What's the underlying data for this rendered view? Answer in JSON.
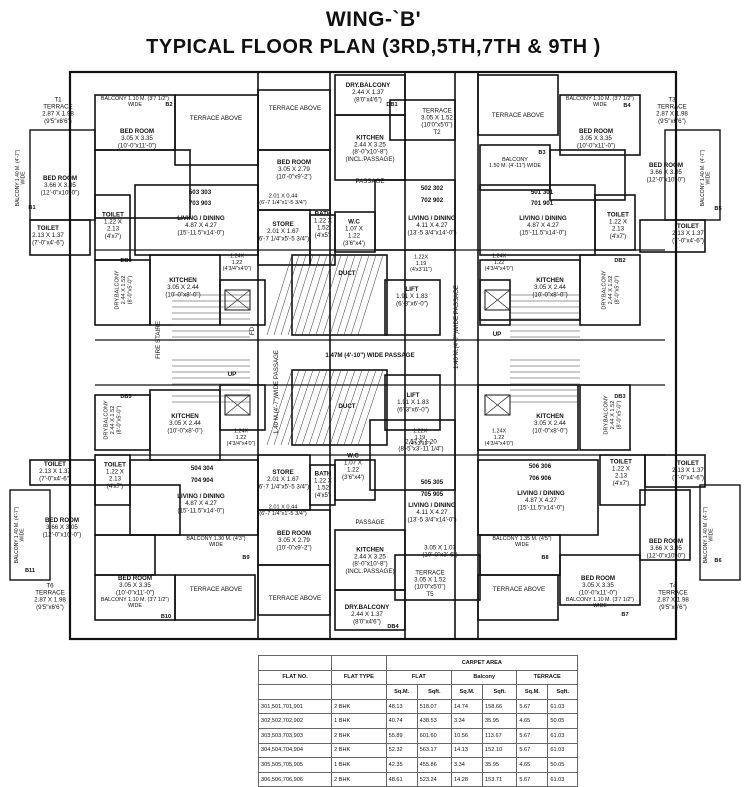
{
  "titles": {
    "wing": "WING-`B'",
    "plan": "TYPICAL FLOOR PLAN (3RD,5TH,7TH & 9TH )"
  },
  "labels": {
    "terrace_above": "TERRACE ABOVE",
    "terrace_t1": [
      "T1",
      "TERRACE",
      "2.87 X 1.98",
      "(9'5\"x6'6\")"
    ],
    "terrace_t3": [
      "T3",
      "TERRACE",
      "2.87 X 1.98",
      "(9'5\"x6'6\")"
    ],
    "terrace_t6": [
      "T6",
      "TERRACE",
      "2.87 X 1.98",
      "(9'5\"x6'6\")"
    ],
    "terrace_t4": [
      "T4",
      "TERRACE",
      "2.87 X 1.98",
      "(9'5\"x6'6\")"
    ],
    "terrace_t2": [
      "TERRACE",
      "3.05 X 1.52",
      "(10'0\"x5'0\")",
      "T2"
    ],
    "terrace_t5": [
      "TERRACE",
      "3.05 X 1.52",
      "(10'0\"x5'0\")",
      "T5"
    ],
    "balc_110": [
      "BALCONY 1.10 M. (3'7 1/2\")",
      "WIDE"
    ],
    "balc_140v": [
      "BALCONY 1.40 M. (4'-7\")",
      "WIDE"
    ],
    "balc_150": [
      "BALCONY",
      "1.50 M. (4'-11\") WIDE"
    ],
    "balc_130": [
      "BALCONY 1.30 M. (4'3\")",
      "WIDE"
    ],
    "balc_135": [
      "BALCONY 1.35 M. (4'5\")",
      "WIDE"
    ],
    "bed_305": [
      "BED ROOM",
      "3.05 X 3.35",
      "(10'-0\"x11'-0\")"
    ],
    "bed_366": [
      "BED ROOM",
      "3.66 X 3.05",
      "(12'-0\"x10'-0\")"
    ],
    "bed_279": [
      "BED ROOM",
      "3.05 X 2.79",
      "(10'-0\"x9'-2\")"
    ],
    "toilet_213": [
      "TOILET",
      "2.13 X 1.37",
      "(7'-0\"x4'-6\")"
    ],
    "toilet_122": [
      "TOILET",
      "1.22 X",
      "2.13",
      "(4'x7')"
    ],
    "living_487": [
      "LIVING / DINING",
      "4.87 X 4.27",
      "(15'-11.5\"x14'-0\")"
    ],
    "living_411": [
      "LIVING / DINING",
      "4.11 X 4.27",
      "(13'-5 3/4\"x14'-0\")"
    ],
    "kitchen_244": [
      "KITCHEN",
      "3.05 X 2.44",
      "(10'-0\"x8'-0\")"
    ],
    "kitchen_225": [
      "KITCHEN",
      "2.44 X 3.25",
      "(8'-0\"x10'-8\")",
      "(INCL.PASSAGE)"
    ],
    "dry_h": [
      "DRY.BALCONY",
      "2.44 X 1.37",
      "(8'0\"x4'6\")"
    ],
    "dry_v": [
      "DRY.BALCONY",
      "2.44 X 1.52",
      "(8'-0\"x5'-0\")"
    ],
    "store": [
      "STORE",
      "2.01 X 1.67",
      "(6'-7 1/4\"x5'-5 3/4\")"
    ],
    "passage_201": [
      "2.01 X 0.44",
      "(6'-7 1/4\"x1'-5 3/4\")"
    ],
    "bath": [
      "BATH",
      "1.22 X",
      "1.52",
      "(4'x5')"
    ],
    "wc": [
      "W.C",
      "1.07 X",
      "1.22",
      "(3'6\"x4')"
    ],
    "dim_124": [
      "1.24X",
      "1.22",
      "(4'3/4\"x4'0\")"
    ],
    "dim_122x": [
      "1.22X",
      "1.19",
      "(4'x3'11\")"
    ],
    "dim_257": [
      "2.57 X 1.20",
      "(8'-5\"x3'-11 1/4\")"
    ],
    "dim_305x107": [
      "3.05 X 1.07",
      "(10'-0\"x3'-6\")"
    ],
    "lift": [
      "LIFT",
      "1.91 X 1.83",
      "(6'-3\"x6'-0\")"
    ],
    "duct": "DUCT",
    "passage": "PASSAGE",
    "passage_147": "1.47M (4'-10\") WIDE PASSAGE",
    "passage_140": "1.40 M.(4'-7\")WIDE PASSAGE",
    "fire_stair": "FIRE STAIRE",
    "up": "UP",
    "fd": "FD",
    "tags": [
      "B1",
      "B2",
      "B3",
      "B4",
      "B5",
      "B6",
      "B7",
      "B8",
      "B9",
      "B10",
      "B11",
      "DB1",
      "DB2",
      "DB3",
      "DB4",
      "DB5",
      "DB6"
    ],
    "flat_nos": {
      "f503": [
        "503",
        "303",
        "703",
        "903"
      ],
      "f502": [
        "502",
        "302",
        "702",
        "902"
      ],
      "f501": [
        "501",
        "301",
        "701",
        "901"
      ],
      "f504": [
        "504",
        "304",
        "704",
        "904"
      ],
      "f505": [
        "505",
        "305",
        "705",
        "905"
      ],
      "f506": [
        "506",
        "306",
        "706",
        "906"
      ]
    }
  },
  "carpet_table": {
    "group_header": "CARPET AREA",
    "headers": [
      "FLAT NO.",
      "FLAT TYPE",
      "FLAT",
      "Balcony",
      "TERRACE"
    ],
    "subheaders": [
      "Sq.M.",
      "Sqft.",
      "Sq.M.",
      "Sqft.",
      "Sq.M.",
      "Sqft."
    ],
    "rows": [
      [
        "301,501,701,901",
        "2 BHK",
        "48.13",
        "518.07",
        "14.74",
        "158.66",
        "5.67",
        "61.03"
      ],
      [
        "302,502,702,902",
        "1 BHK",
        "40.74",
        "438.53",
        "3.34",
        "35.95",
        "4.65",
        "50.05"
      ],
      [
        "303,503,703,903",
        "2 BHK",
        "55.89",
        "601.60",
        "10.56",
        "113.67",
        "5.67",
        "61.03"
      ],
      [
        "304,504,704,904",
        "2 BHK",
        "52.32",
        "563.17",
        "14.13",
        "152.10",
        "5.67",
        "61.03"
      ],
      [
        "305,505,705,905",
        "1 BHK",
        "42.35",
        "455.86",
        "3.34",
        "35.95",
        "4.65",
        "50.05"
      ],
      [
        "306,506,706,906",
        "2 BHK",
        "48.61",
        "523.24",
        "14.28",
        "153.71",
        "5.67",
        "61.03"
      ]
    ]
  }
}
